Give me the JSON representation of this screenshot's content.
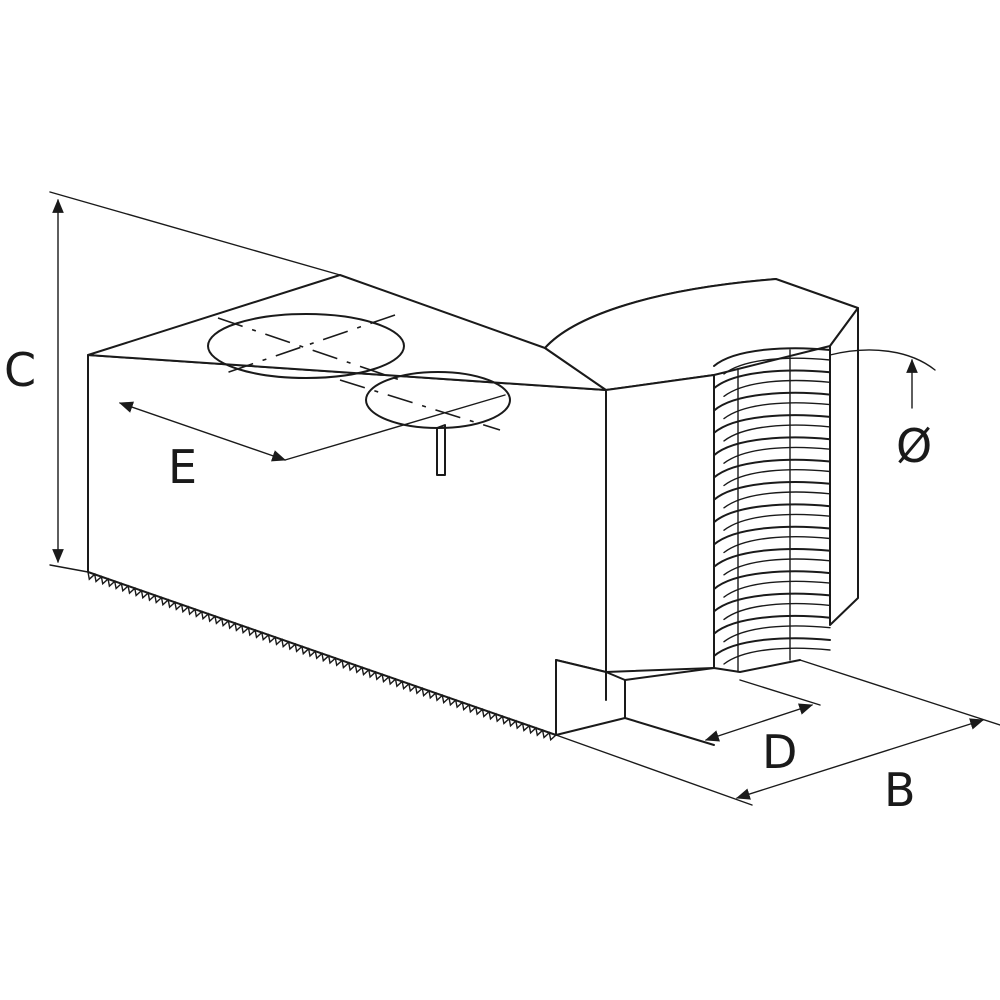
{
  "labels": {
    "C": "C",
    "E": "E",
    "D": "D",
    "B": "B",
    "diameter": "Ø"
  },
  "colors": {
    "stroke": "#1a1a1a",
    "background": "#ffffff"
  }
}
